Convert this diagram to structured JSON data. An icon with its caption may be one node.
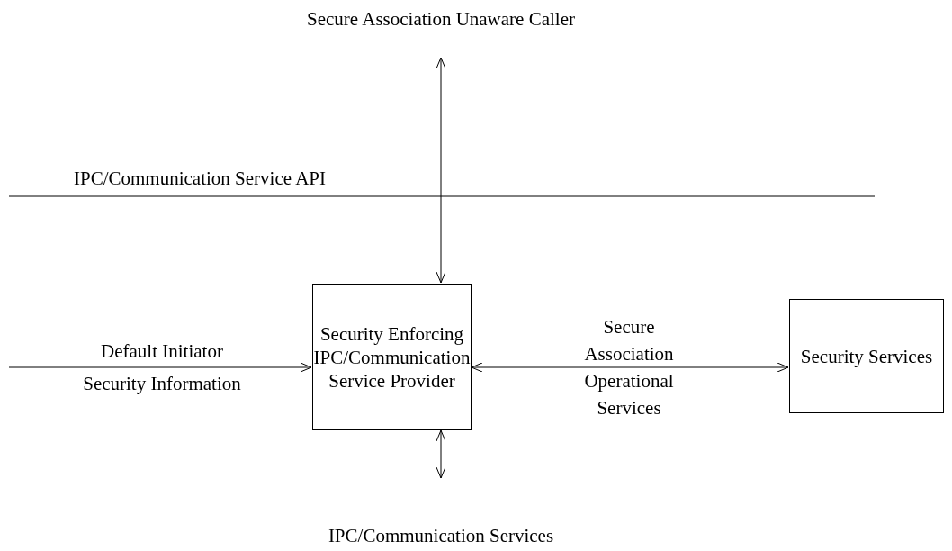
{
  "diagram": {
    "nodes": [
      {
        "text": [
          "Secure Association Unaware Caller"
        ]
      },
      {
        "text": [
          "Security Enforcing IPC/Communication Service Provider"
        ]
      },
      {
        "text": [
          "Security Services"
        ]
      },
      {
        "text": [
          "IPC/Communication Services"
        ]
      }
    ],
    "edges": [
      {
        "from": 0,
        "to": 1,
        "arrow": "both"
      },
      {
        "from": null,
        "to": 1,
        "arrow": "to",
        "label": "Default Initiator Security Information"
      },
      {
        "from": 1,
        "to": 2,
        "arrow": "both",
        "label": "Secure Association Operational Services"
      },
      {
        "from": 1,
        "to": 3,
        "arrow": "both"
      }
    ],
    "labels": [
      "IPC/Communication Service API"
    ]
  }
}
